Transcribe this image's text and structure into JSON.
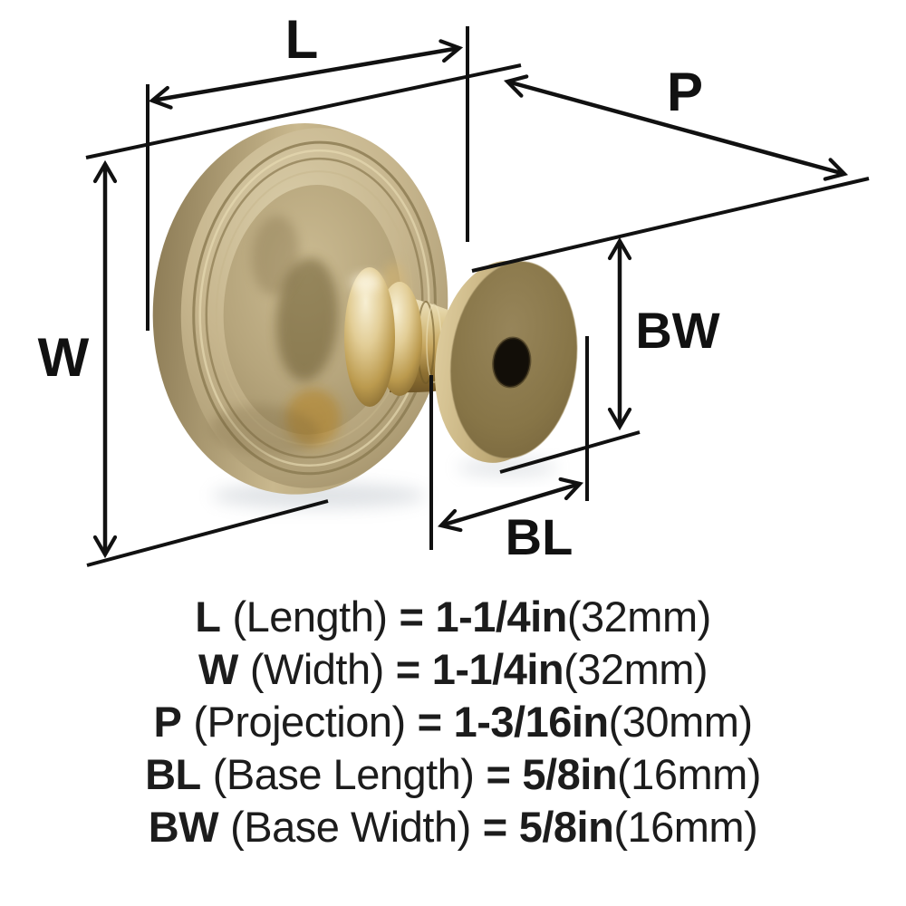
{
  "diagram": {
    "labels": {
      "length": "L",
      "width": "W",
      "projection": "P",
      "base_width": "BW",
      "base_length": "BL"
    },
    "colors": {
      "line": "#111111",
      "champagne_light": "#d9cda9",
      "champagne_mid": "#c3b189",
      "champagne_dark": "#8a7952",
      "stem_gold": "#c5a55e",
      "base_face_olive": "#857243",
      "screw_hole": "#120e08",
      "background": "#ffffff"
    }
  },
  "specs": [
    {
      "term": "L",
      "name": "(Length)",
      "eq": "=",
      "value": "1-1/4in",
      "metric": "(32mm)"
    },
    {
      "term": "W",
      "name": "(Width)",
      "eq": "=",
      "value": "1-1/4in",
      "metric": "(32mm)"
    },
    {
      "term": "P",
      "name": "(Projection)",
      "eq": "=",
      "value": "1-3/16in",
      "metric": "(30mm)"
    },
    {
      "term": "BL",
      "name": "(Base Length)",
      "eq": "=",
      "value": "5/8in",
      "metric": "(16mm)"
    },
    {
      "term": "BW",
      "name": "(Base Width)",
      "eq": "=",
      "value": "5/8in",
      "metric": "(16mm)"
    }
  ]
}
